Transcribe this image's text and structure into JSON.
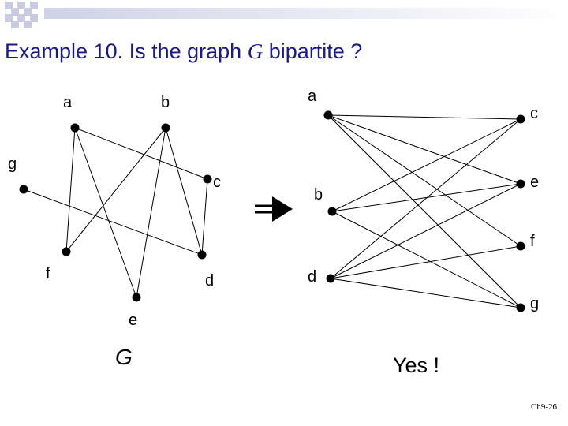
{
  "title": {
    "example": "Example 10.",
    "question_pre": "Is the graph",
    "graph_symbol": "G",
    "question_post": "bipartite ?"
  },
  "left_graph": {
    "caption": "G",
    "nodes": [
      "a",
      "b",
      "c",
      "d",
      "e",
      "f",
      "g"
    ],
    "edges": [
      [
        "a",
        "c"
      ],
      [
        "a",
        "e"
      ],
      [
        "a",
        "f"
      ],
      [
        "b",
        "e"
      ],
      [
        "b",
        "f"
      ],
      [
        "b",
        "d"
      ],
      [
        "g",
        "d"
      ],
      [
        "c",
        "d"
      ]
    ]
  },
  "right_graph": {
    "left_nodes": [
      "a",
      "b",
      "d"
    ],
    "right_nodes": [
      "c",
      "e",
      "f",
      "g"
    ],
    "edges": [
      [
        "a",
        "c"
      ],
      [
        "a",
        "e"
      ],
      [
        "a",
        "f"
      ],
      [
        "a",
        "g"
      ],
      [
        "b",
        "c"
      ],
      [
        "b",
        "e"
      ],
      [
        "b",
        "g"
      ],
      [
        "d",
        "c"
      ],
      [
        "d",
        "e"
      ],
      [
        "d",
        "f"
      ],
      [
        "d",
        "g"
      ]
    ]
  },
  "answer": "Yes !",
  "footer": "Ch9-26",
  "colors": {
    "title": "#1a1a8c",
    "edge": "#000000",
    "node": "#000000",
    "header_bar": "#d9dbe8"
  }
}
